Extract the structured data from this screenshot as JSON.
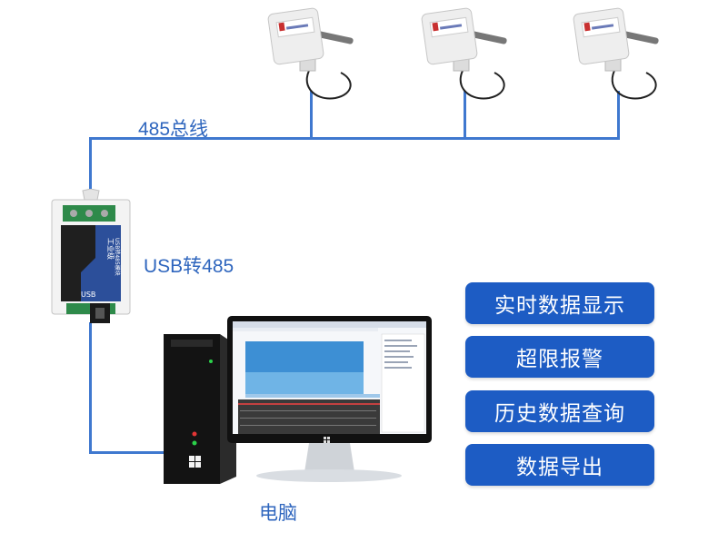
{
  "labels": {
    "bus": "485总线",
    "converter": "USB转485",
    "computer": "电脑"
  },
  "device_text": {
    "converter_badge": "USB",
    "converter_brand": "工业级",
    "converter_model": "USB转485模块"
  },
  "features": [
    "实时数据显示",
    "超限报警",
    "历史数据查询",
    "数据导出"
  ],
  "colors": {
    "wire": "#3f78cf",
    "button": "#1d5cc4",
    "label": "#2f66be"
  }
}
